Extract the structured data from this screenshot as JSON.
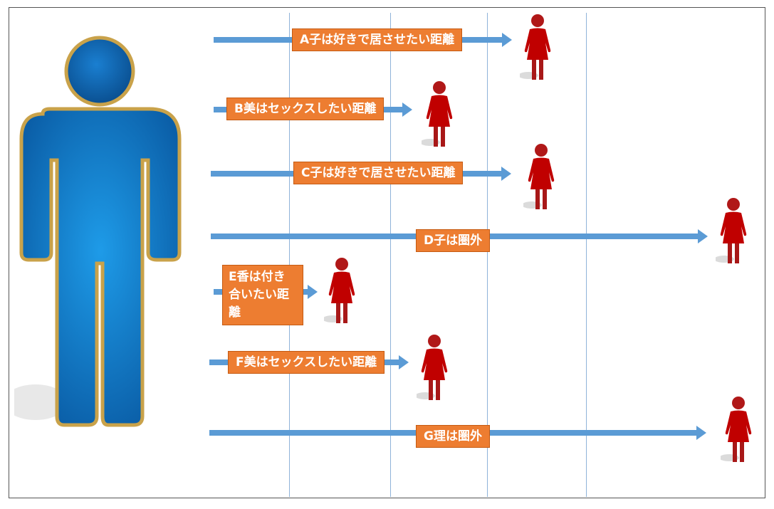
{
  "title": "",
  "colors": {
    "arrow": "#5b9bd5",
    "label_bg": "#ed7d31",
    "woman": "#c00000",
    "man": "#1a7fd1",
    "man_outline": "#c9a24a"
  },
  "man": {
    "icon": "male-person-icon"
  },
  "rows": [
    {
      "id": "A",
      "label": "A子は好きで居させたい距離",
      "icon": "female-person-icon"
    },
    {
      "id": "B",
      "label": "B美はセックスしたい距離",
      "icon": "female-person-icon"
    },
    {
      "id": "C",
      "label": "C子は好きで居させたい距離",
      "icon": "female-person-icon"
    },
    {
      "id": "D",
      "label": "D子は圏外",
      "icon": "female-person-icon"
    },
    {
      "id": "E",
      "label": "E香は付き合いたい距離",
      "icon": "female-person-icon"
    },
    {
      "id": "F",
      "label": "F美はセックスしたい距離",
      "icon": "female-person-icon"
    },
    {
      "id": "G",
      "label": "G理は圏外",
      "icon": "female-person-icon"
    }
  ]
}
